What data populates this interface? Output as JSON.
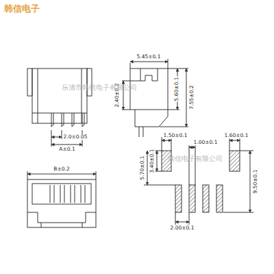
{
  "diagram": {
    "title": "韩信电子",
    "labels": [
      "5.45±0.1",
      "2.40±0.2",
      "5.60±0.1",
      "7.55±0.2",
      "2.0±0.05",
      "A±0.1",
      "B±0.2",
      "1.50±0.1",
      "1.00±0.1",
      "1.60±0.1",
      "3.40±0.1",
      "5.70±0.1",
      "9.50±0.1",
      "2.00±0.1",
      "乐清市韩信电子有限公司",
      "韩信电子有限公司"
    ]
  }
}
